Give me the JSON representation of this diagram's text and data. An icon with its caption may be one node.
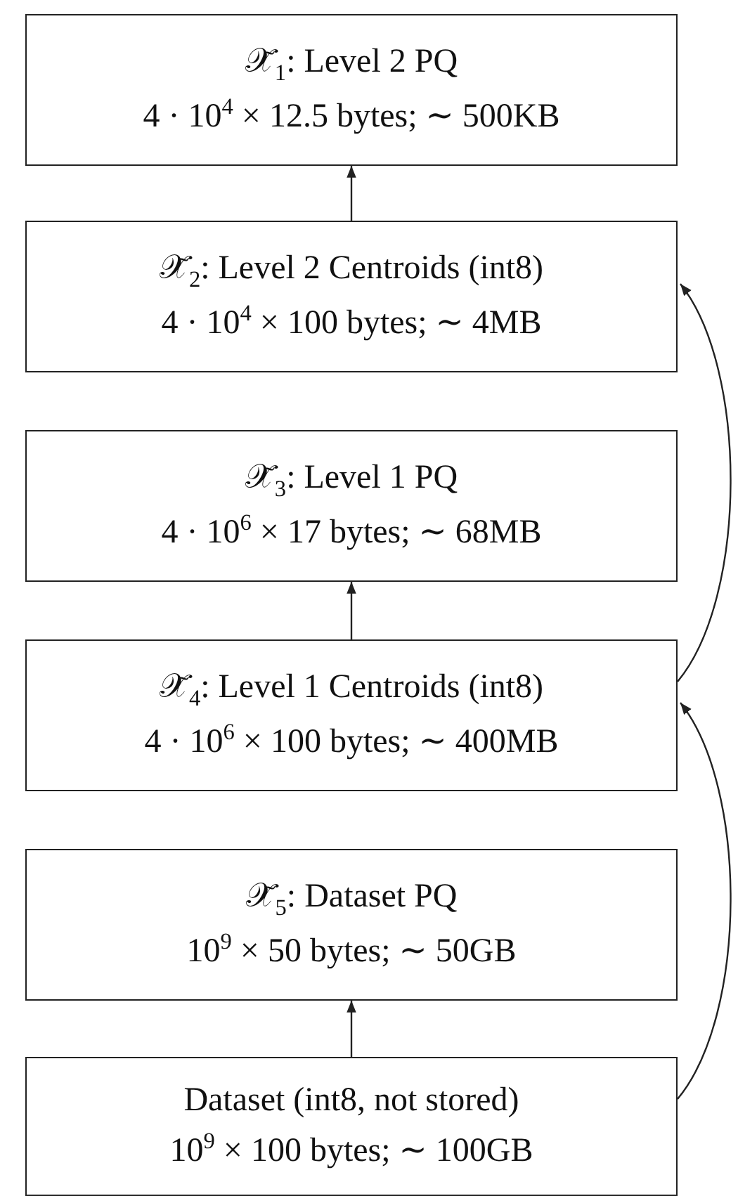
{
  "diagram": {
    "nodes": [
      {
        "text": [
          "𝒳̃$_{1}$: Level 2 PQ",
          "4 · 10$^{4}$ × 12.5 bytes; ∼ 500KB"
        ]
      },
      {
        "text": [
          "𝒳̃$_{2}$: Level 2 Centroids (int8)",
          "4 · 10$^{4}$ × 100 bytes; ∼ 4MB"
        ]
      },
      {
        "text": [
          "𝒳̃$_{3}$: Level 1 PQ",
          "4 · 10$^{6}$ × 17 bytes; ∼ 68MB"
        ]
      },
      {
        "text": [
          "𝒳̃$_{4}$: Level 1 Centroids (int8)",
          "4 · 10$^{6}$ × 100 bytes; ∼ 400MB"
        ]
      },
      {
        "text": [
          "𝒳̃$_{5}$: Dataset PQ",
          "10$^{9}$ × 50 bytes; ∼ 50GB"
        ]
      },
      {
        "text": [
          "Dataset (int8, not stored)",
          "10$^{9}$ × 100 bytes; ∼ 100GB"
        ]
      }
    ],
    "edges": [
      {
        "from": 1,
        "to": 0,
        "arrow": "to"
      },
      {
        "from": 3,
        "to": 1,
        "arrow": "to"
      },
      {
        "from": 3,
        "to": 2,
        "arrow": "to"
      },
      {
        "from": 5,
        "to": 3,
        "arrow": "to"
      },
      {
        "from": 5,
        "to": 4,
        "arrow": "to"
      }
    ]
  }
}
